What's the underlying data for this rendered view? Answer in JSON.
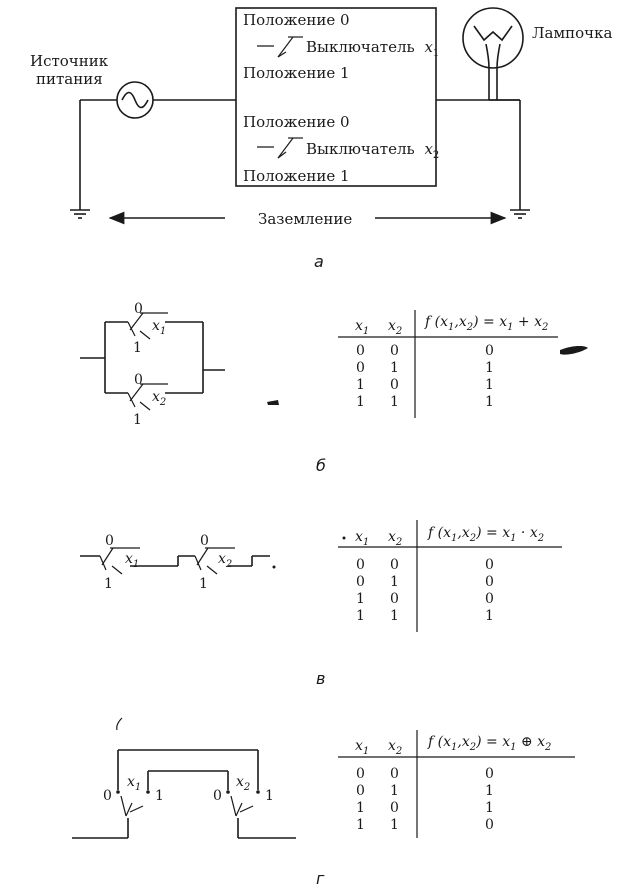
{
  "panel_a": {
    "block1": {
      "pos0": "Положение 0",
      "switch_label": "Выключатель",
      "var": "x",
      "sub": "1",
      "pos1": "Положение 1"
    },
    "block2": {
      "pos0": "Положение 0",
      "switch_label": "Выключатель",
      "var": "x",
      "sub": "2",
      "pos1": "Положение 1"
    },
    "source_line1": "Источник",
    "source_line2": "питания",
    "lamp": "Лампочка",
    "ground": "Заземление",
    "caption": "а"
  },
  "panel_b": {
    "caption": "б",
    "sw1": {
      "zero": "0",
      "one": "1",
      "var": "x",
      "sub": "1"
    },
    "sw2": {
      "zero": "0",
      "one": "1",
      "var": "x",
      "sub": "2"
    },
    "table": {
      "h1": "x",
      "h1s": "1",
      "h2": "x",
      "h2s": "2",
      "fx": "f (x",
      "fx_s1": "1",
      "fx_mid": ",x",
      "fx_s2": "2",
      "fx_end": ") = x",
      "fx_s3": "1",
      "fx_op": " + x",
      "fx_s4": "2",
      "rows": [
        [
          "0",
          "0",
          "0"
        ],
        [
          "0",
          "1",
          "1"
        ],
        [
          "1",
          "0",
          "1"
        ],
        [
          "1",
          "1",
          "1"
        ]
      ]
    }
  },
  "panel_c": {
    "caption": "в",
    "sw1": {
      "zero": "0",
      "one": "1",
      "var": "x",
      "sub": "1"
    },
    "sw2": {
      "zero": "0",
      "one": "1",
      "var": "x",
      "sub": "2"
    },
    "table": {
      "h1": "x",
      "h1s": "1",
      "h2": "x",
      "h2s": "2",
      "fx": "f (x",
      "fx_s1": "1",
      "fx_mid": ",x",
      "fx_s2": "2",
      "fx_end": ") = x",
      "fx_s3": "1",
      "fx_op": " · x",
      "fx_s4": "2",
      "rows": [
        [
          "0",
          "0",
          "0"
        ],
        [
          "0",
          "1",
          "0"
        ],
        [
          "1",
          "0",
          "0"
        ],
        [
          "1",
          "1",
          "1"
        ]
      ]
    }
  },
  "panel_d": {
    "caption": "г",
    "sw1": {
      "zero": "0",
      "one": "1",
      "var": "x",
      "sub": "1"
    },
    "sw2": {
      "zero": "0",
      "one": "1",
      "var": "x",
      "sub": "2"
    },
    "table": {
      "h1": "x",
      "h1s": "1",
      "h2": "x",
      "h2s": "2",
      "fx": "f (x",
      "fx_s1": "1",
      "fx_mid": ",x",
      "fx_s2": "2",
      "fx_end": ") = x",
      "fx_s3": "1",
      "fx_op": " ⊕ x",
      "fx_s4": "2",
      "rows": [
        [
          "0",
          "0",
          "0"
        ],
        [
          "0",
          "1",
          "1"
        ],
        [
          "1",
          "0",
          "1"
        ],
        [
          "1",
          "1",
          "0"
        ]
      ]
    }
  }
}
